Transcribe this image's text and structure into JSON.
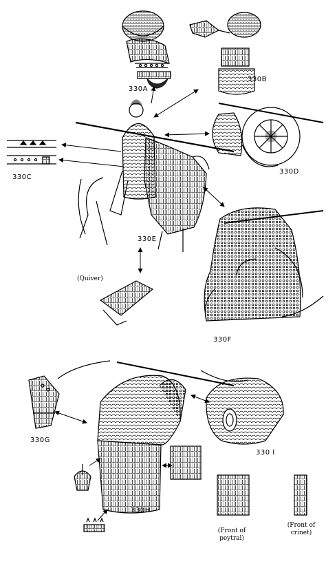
{
  "labels": {
    "a": "330A",
    "b": "330B",
    "c": "330C",
    "d": "330D",
    "e": "330E",
    "f": "330F",
    "g": "330G",
    "h": "330H",
    "i": "330 I"
  },
  "notes": {
    "quiver": "(Quiver)",
    "peytral_line1": "(Front of",
    "peytral_line2": "peytral)",
    "crinet_line1": "(Front of",
    "crinet_line2": "crinet)"
  }
}
